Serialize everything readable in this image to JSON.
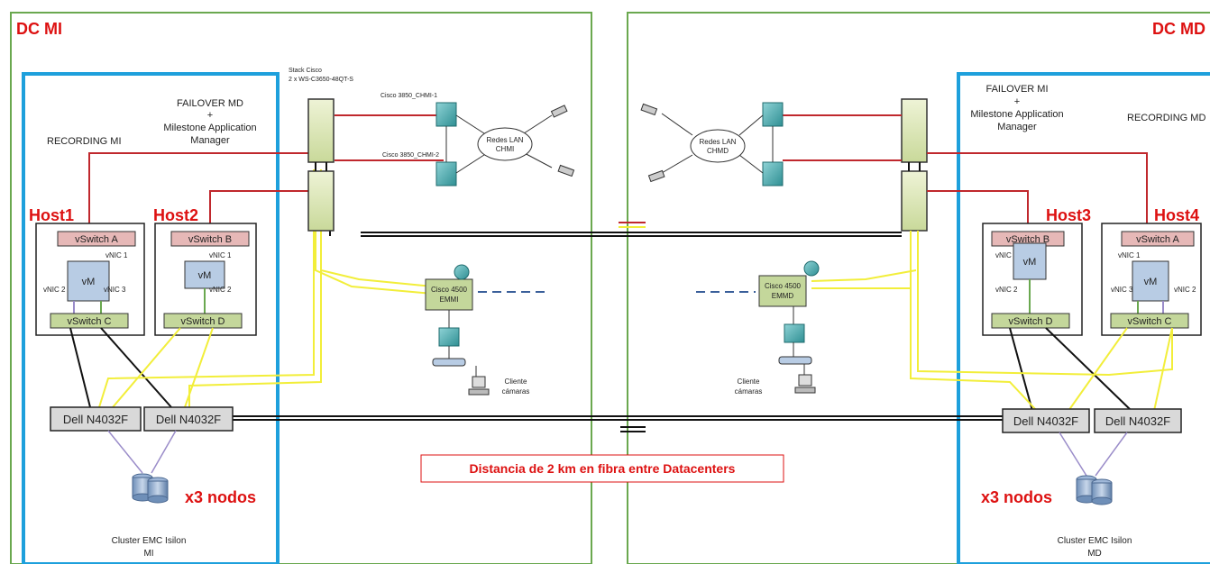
{
  "left_dc": {
    "title": "DC MI",
    "role_label_left": "RECORDING MI",
    "role_label_right_lines": [
      "FAILOVER MD",
      "+",
      "Milestone Application",
      "Manager"
    ],
    "host_a": {
      "name": "Host1",
      "vswitch_top": "vSwitch A",
      "vm": "vM",
      "vnic_top": "vNIC 1",
      "vnic_left": "vNIC 2",
      "vnic_right": "vNIC 3",
      "vswitch_bottom": "vSwitch C"
    },
    "host_b": {
      "name": "Host2",
      "vswitch_top": "vSwitch B",
      "vm": "vM",
      "vnic_top": "vNIC 1",
      "vnic_bottom": "vNIC 2",
      "vswitch_bottom": "vSwitch D"
    },
    "dell_a": "Dell N4032F",
    "dell_b": "Dell N4032F",
    "nodes": "x3 nodos",
    "cluster_lines": [
      "Cluster EMC Isilon",
      "MI"
    ],
    "stack_lines": [
      "Stack Cisco",
      "2 x WS-C3650-48QT-S"
    ],
    "switch1": "Cisco 3850_CHMI-1",
    "switch2": "Cisco 3850_CHMI-2",
    "lan_lines": [
      "Redes LAN",
      "CHMI"
    ],
    "core_lines": [
      "Cisco 4500",
      "EMMI"
    ],
    "client_lines": [
      "Cliente",
      "cámaras"
    ]
  },
  "right_dc": {
    "title": "DC MD",
    "role_label_left_lines": [
      "FAILOVER MI",
      "+",
      "Milestone Application",
      "Manager"
    ],
    "role_label_right": "RECORDING MD",
    "host_a": {
      "name": "Host3",
      "vswitch_top": "vSwitch B",
      "vm": "vM",
      "vnic_top": "vNIC 1",
      "vnic_bottom": "vNIC 2",
      "vswitch_bottom": "vSwitch D"
    },
    "host_b": {
      "name": "Host4",
      "vswitch_top": "vSwitch A",
      "vm": "vM",
      "vnic_top": "vNIC 1",
      "vnic_left": "vNIC 3",
      "vnic_right": "vNIC 2",
      "vswitch_bottom": "vSwitch C"
    },
    "dell_a": "Dell N4032F",
    "dell_b": "Dell N4032F",
    "nodes": "x3 nodos",
    "cluster_lines": [
      "Cluster EMC Isilon",
      "MD"
    ],
    "lan_lines": [
      "Redes LAN",
      "CHMD"
    ],
    "core_lines": [
      "Cisco 4500",
      "EMMD"
    ],
    "client_lines": [
      "Cliente",
      "cámaras"
    ]
  },
  "distance_label": "Distancia de 2 km en fibra entre Datacenters",
  "colors": {
    "frame": "#6aa84f",
    "dc_box": "#1ea0dc",
    "red_link": "#c0282d",
    "yellow_link": "#f2ee3a",
    "black_link": "#111111",
    "vswitch_top_fill": "#e6b8b7",
    "vswitch_bottom_fill": "#c4d79b",
    "vm_fill": "#b8cce4",
    "dell_fill": "#d9d9d9",
    "title_red": "#d11111"
  }
}
